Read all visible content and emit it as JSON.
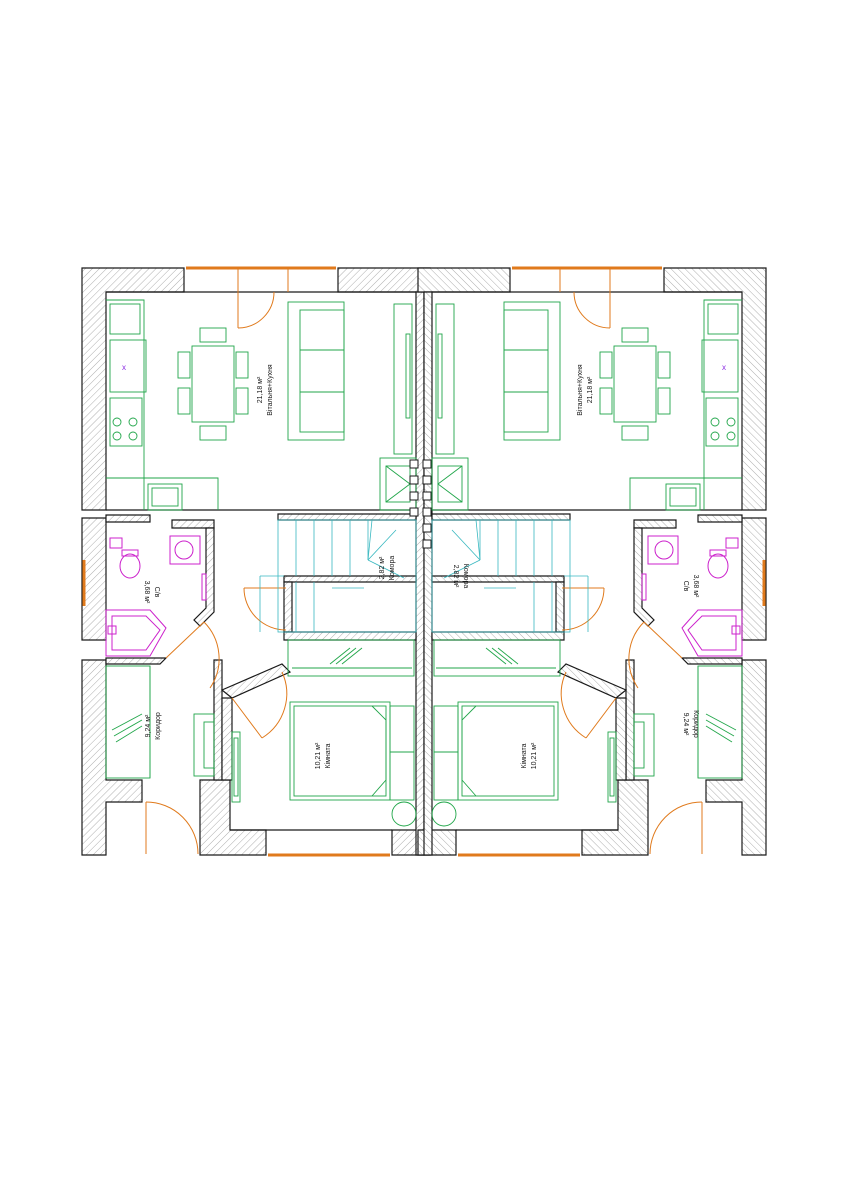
{
  "colors": {
    "wall": "#1a1a1a",
    "furniture": "#21a64a",
    "plumbing": "#cc22cc",
    "stairs": "#38b8c0",
    "windows_doors": "#e07a1c"
  },
  "units": [
    {
      "side": "left",
      "rooms": {
        "living": {
          "area": "21,18 м²",
          "name": "Вітальня+Кухня"
        },
        "storage": {
          "area": "2,82 м²",
          "name": "Комора"
        },
        "bath": {
          "area": "3,68 м²",
          "name": "С/в"
        },
        "corridor": {
          "area": "9,24 м²",
          "name": "Коридор"
        },
        "bedroom": {
          "area": "10,21 м²",
          "name": "Кімната"
        }
      }
    },
    {
      "side": "right",
      "rooms": {
        "living": {
          "area": "21,18 м²",
          "name": "Вітальня+Кухня"
        },
        "storage": {
          "area": "2,82 м²",
          "name": "Комора"
        },
        "bath": {
          "area": "3,68 м²",
          "name": "С/в"
        },
        "corridor": {
          "area": "9,24 м²",
          "name": "Коридор"
        },
        "bedroom": {
          "area": "10,21 м²",
          "name": "Кімната"
        }
      }
    }
  ]
}
